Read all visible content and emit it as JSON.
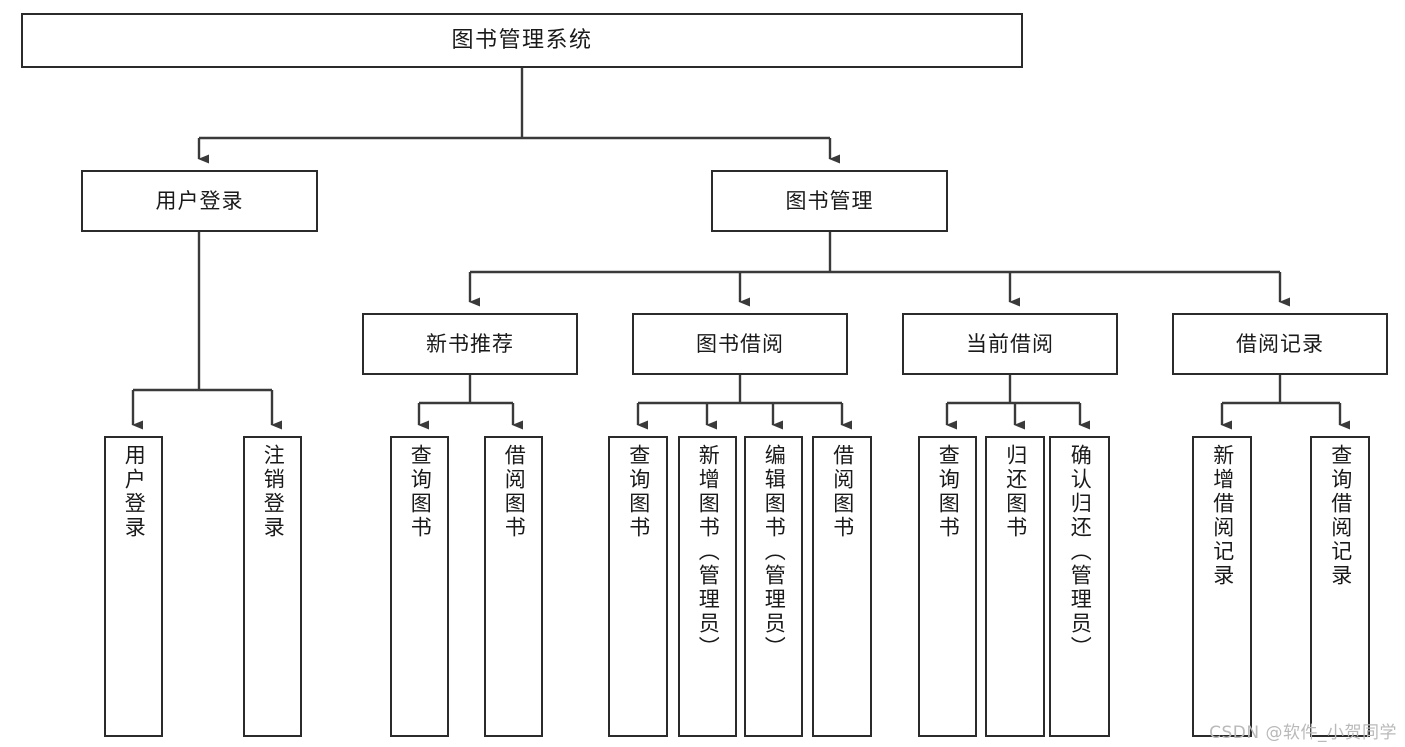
{
  "diagram": {
    "title": "图书管理系统",
    "watermark": "CSDN @软件_小贺同学",
    "colors": {
      "box_border": "#2b2b2b",
      "box_fill": "#ffffff",
      "connector": "#3a3a3a",
      "text": "#1a1a1a",
      "watermark": "#b9b9b9"
    },
    "levels": {
      "level1": [
        "图书管理系统"
      ],
      "level2": [
        "用户登录",
        "图书管理"
      ],
      "level3": [
        "新书推荐",
        "图书借阅",
        "当前借阅",
        "借阅记录"
      ],
      "level4": [
        "用户登录",
        "注销登录",
        "查询图书",
        "借阅图书",
        "查询图书",
        "新增图书（管理员）",
        "编辑图书（管理员）",
        "借阅图书",
        "查询图书",
        "归还图书",
        "确认归还（管理员）",
        "新增借阅记录",
        "查询借阅记录"
      ]
    },
    "nodes": {
      "root": "图书管理系统",
      "user_login": "用户登录",
      "book_manage": "图书管理",
      "new_book_rec": "新书推荐",
      "book_borrow": "图书借阅",
      "current_borrow": "当前借阅",
      "borrow_record": "借阅记录",
      "leaf_user_login": "用户登录",
      "leaf_user_logout": "注销登录",
      "leaf_query_book_1": "查询图书",
      "leaf_borrow_book_1": "借阅图书",
      "leaf_query_book_2": "查询图书",
      "leaf_add_book": "新增图书（管理员）",
      "leaf_edit_book": "编辑图书（管理员）",
      "leaf_borrow_book_2": "借阅图书",
      "leaf_query_book_3": "查询图书",
      "leaf_return_book": "归还图书",
      "leaf_confirm_return": "确认归还（管理员）",
      "leaf_add_record": "新增借阅记录",
      "leaf_query_record": "查询借阅记录"
    },
    "edges": [
      {
        "from": "图书管理系统",
        "to": "用户登录"
      },
      {
        "from": "图书管理系统",
        "to": "图书管理"
      },
      {
        "from": "图书管理",
        "to": "新书推荐"
      },
      {
        "from": "图书管理",
        "to": "图书借阅"
      },
      {
        "from": "图书管理",
        "to": "当前借阅"
      },
      {
        "from": "图书管理",
        "to": "借阅记录"
      },
      {
        "from": "用户登录",
        "to": "用户登录"
      },
      {
        "from": "用户登录",
        "to": "注销登录"
      },
      {
        "from": "新书推荐",
        "to": "查询图书"
      },
      {
        "from": "新书推荐",
        "to": "借阅图书"
      },
      {
        "from": "图书借阅",
        "to": "查询图书"
      },
      {
        "from": "图书借阅",
        "to": "新增图书（管理员）"
      },
      {
        "from": "图书借阅",
        "to": "编辑图书（管理员）"
      },
      {
        "from": "图书借阅",
        "to": "借阅图书"
      },
      {
        "from": "当前借阅",
        "to": "查询图书"
      },
      {
        "from": "当前借阅",
        "to": "归还图书"
      },
      {
        "from": "当前借阅",
        "to": "确认归还（管理员）"
      },
      {
        "from": "借阅记录",
        "to": "新增借阅记录"
      },
      {
        "from": "借阅记录",
        "to": "查询借阅记录"
      }
    ]
  }
}
